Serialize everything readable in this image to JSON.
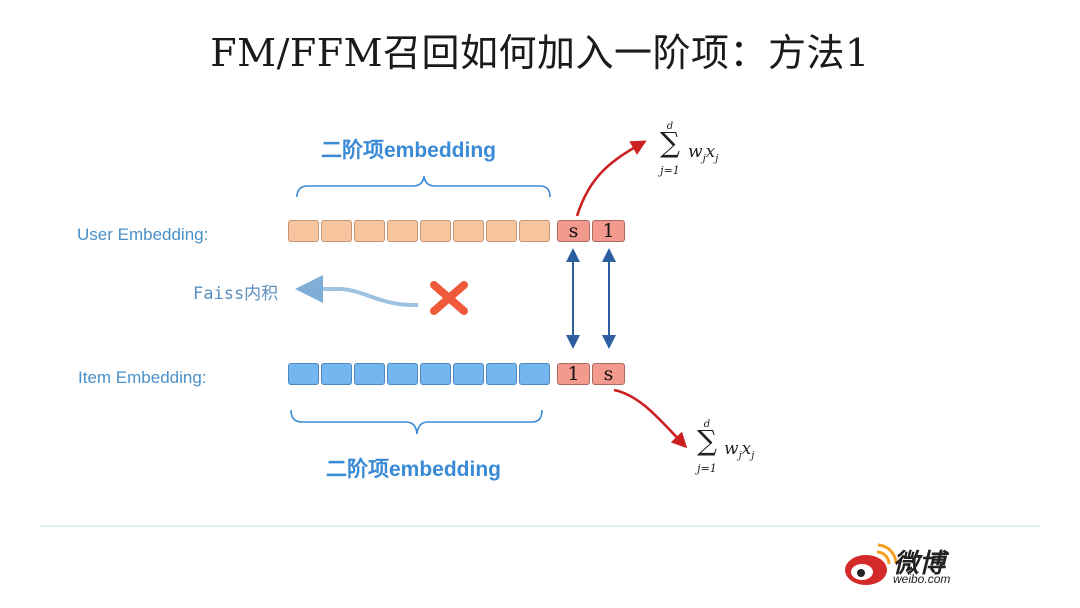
{
  "title": "FM/FFM召回如何加入一阶项：方法1",
  "top_brace_label": "二阶项embedding",
  "bottom_brace_label": "二阶项embedding",
  "user_label": "User Embedding:",
  "item_label": "Item Embedding:",
  "faiss_label": "Faiss内积",
  "user_extra": [
    "s",
    "1"
  ],
  "item_extra": [
    "1",
    "s"
  ],
  "embedding_cells": 8,
  "formula": {
    "sum_upper": "d",
    "sum_lower": "j=1",
    "term_w": "w",
    "term_x": "x",
    "sub": "j"
  },
  "logo": {
    "brand": "微博",
    "domain": "weibo.com"
  },
  "colors": {
    "user_cell": "#f6c49d",
    "item_cell": "#73b6f0",
    "scalar_cell": "#f39a8e",
    "red_arrow": "#cc1f1f",
    "blue_arrow": "#2d5fa0",
    "cross": "#ee5a3a"
  }
}
